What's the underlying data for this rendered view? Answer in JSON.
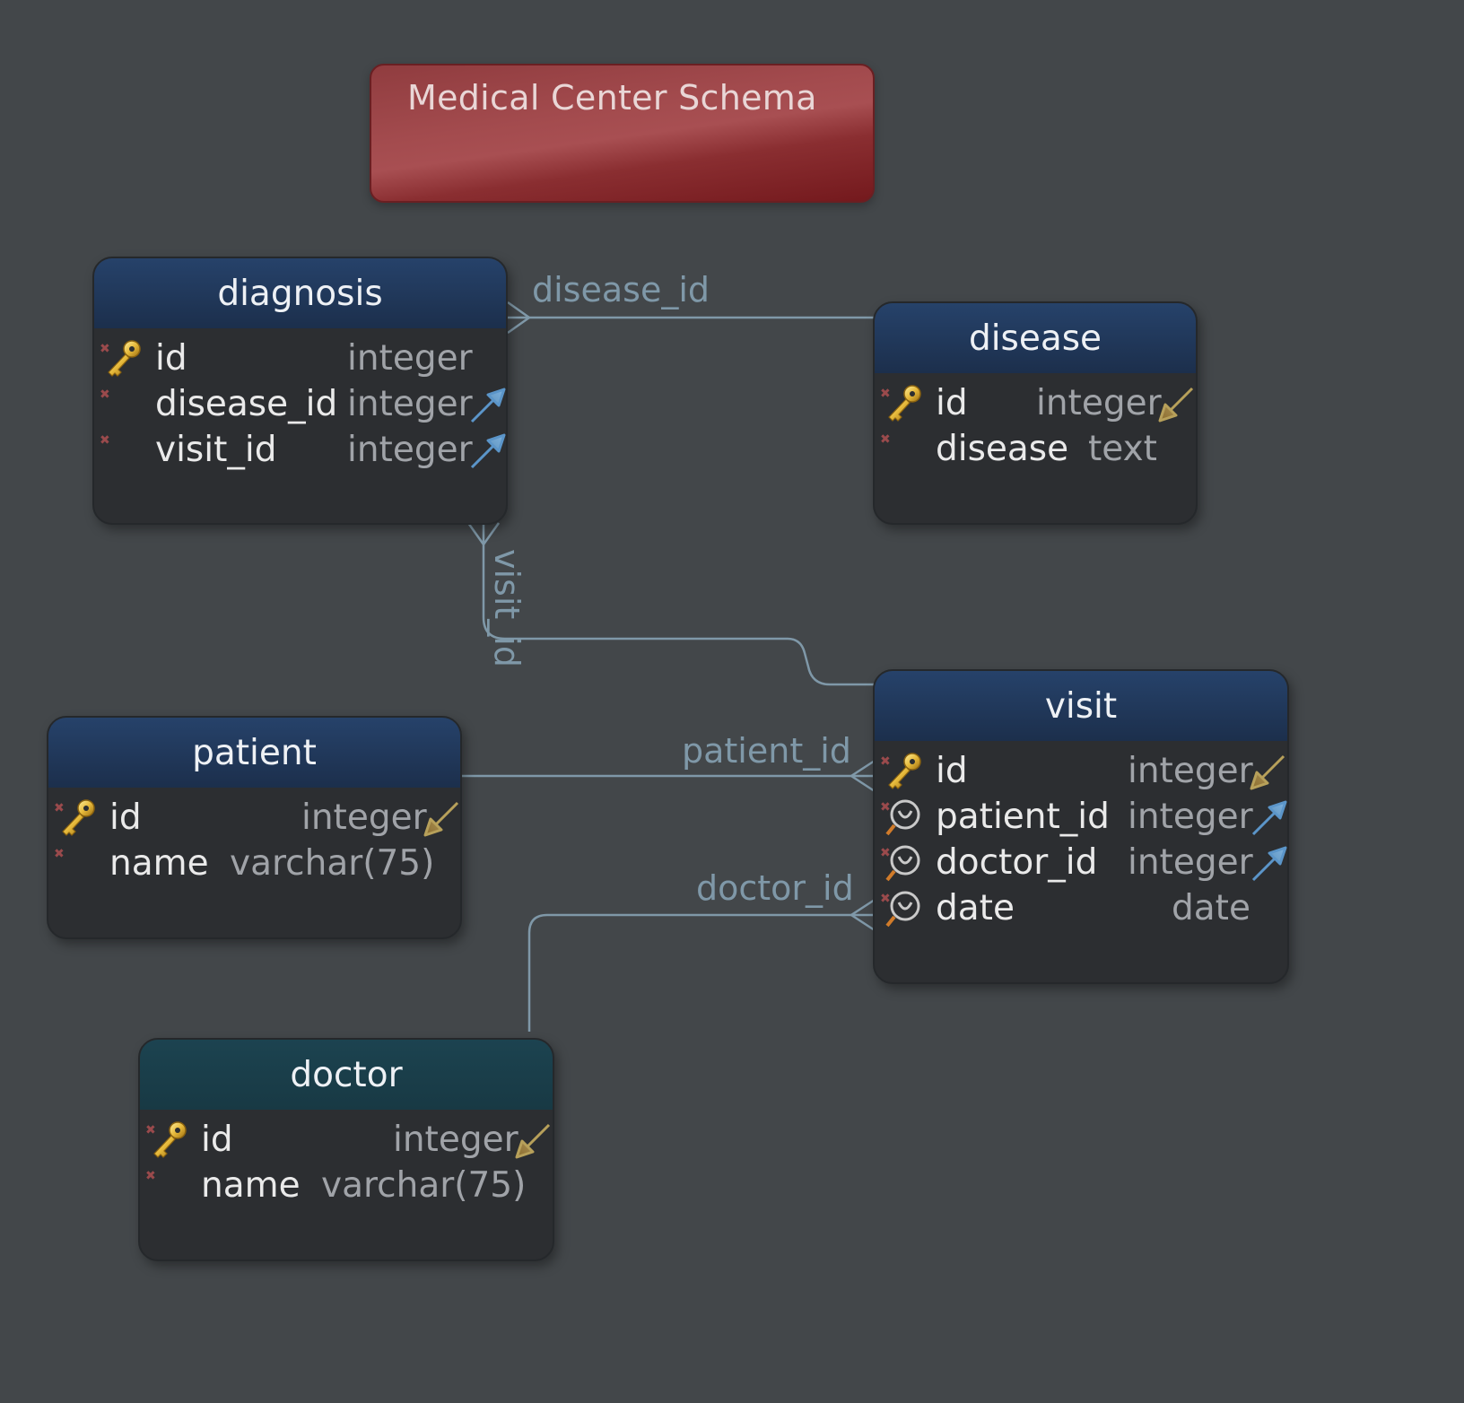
{
  "note": {
    "title": "Medical Center Schema"
  },
  "connectors": [
    {
      "label": "disease_id"
    },
    {
      "label": "visit_id"
    },
    {
      "label": "patient_id"
    },
    {
      "label": "doctor_id"
    }
  ],
  "tables": {
    "diagnosis": {
      "name": "diagnosis",
      "columns": [
        {
          "name": "id",
          "type": "integer",
          "icon": "primary-key-icon"
        },
        {
          "name": "disease_id",
          "type": "integer",
          "ref": "outgoing-reference-arrow-icon"
        },
        {
          "name": "visit_id",
          "type": "integer",
          "ref": "outgoing-reference-arrow-icon"
        }
      ]
    },
    "disease": {
      "name": "disease",
      "columns": [
        {
          "name": "id",
          "type": "integer",
          "icon": "primary-key-icon",
          "ref": "incoming-reference-arrow-icon"
        },
        {
          "name": "disease",
          "type": "text"
        }
      ]
    },
    "visit": {
      "name": "visit",
      "columns": [
        {
          "name": "id",
          "type": "integer",
          "icon": "primary-key-icon",
          "ref": "incoming-reference-arrow-icon"
        },
        {
          "name": "patient_id",
          "type": "integer",
          "icon": "index-icon",
          "ref": "outgoing-reference-arrow-icon"
        },
        {
          "name": "doctor_id",
          "type": "integer",
          "icon": "index-icon",
          "ref": "outgoing-reference-arrow-icon"
        },
        {
          "name": "date",
          "type": "date",
          "icon": "index-icon"
        }
      ]
    },
    "patient": {
      "name": "patient",
      "columns": [
        {
          "name": "id",
          "type": "integer",
          "icon": "primary-key-icon",
          "ref": "incoming-reference-arrow-icon"
        },
        {
          "name": "name",
          "type": "varchar(75)"
        }
      ]
    },
    "doctor": {
      "name": "doctor",
      "columns": [
        {
          "name": "id",
          "type": "integer",
          "icon": "primary-key-icon",
          "ref": "incoming-reference-arrow-icon"
        },
        {
          "name": "name",
          "type": "varchar(75)"
        }
      ]
    }
  },
  "colors": {
    "background": "#43474a",
    "table_header": "#1f3656",
    "doctor_header": "#1b3f4a",
    "note": "#9a4346",
    "connector": "#7f98a8",
    "outgoing_arrow": "#5b95c9",
    "incoming_arrow": "#b7a05a"
  }
}
